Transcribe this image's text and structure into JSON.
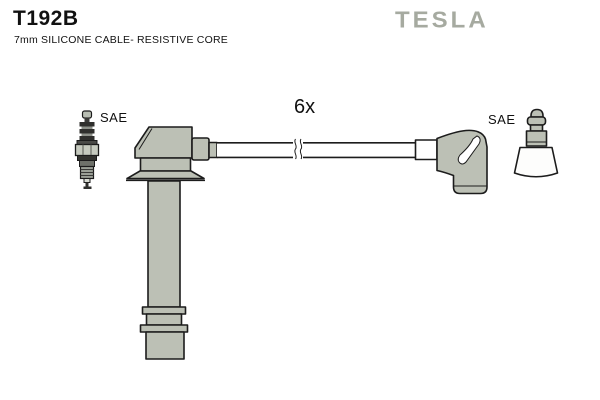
{
  "header": {
    "product_code": "T192B",
    "product_description": "7mm SILICONE CABLE- RESISTIVE CORE",
    "brand_logo_text": "TESLA"
  },
  "diagram": {
    "quantity_label": "6x",
    "labels": {
      "left_terminal": "SAE",
      "right_terminal": "SAE"
    },
    "icons": {
      "spark-plug-icon": "spark plug side-view drawing",
      "coil-boot-illustration": "coil-top boot with long shaft (left cable end)",
      "cable-illustration": "7mm cable with length-break symbol",
      "elbow-boot-illustration": "90-degree plug boot (right cable end)",
      "plug-terminal-icon": "SAE plug terminal on insulator cone"
    }
  },
  "colors": {
    "background": "#ffffff",
    "text": "#111111",
    "brand_logo": "#a6aaa0",
    "part_fill": "#bcc0b5",
    "outline": "#1c1c1c"
  }
}
